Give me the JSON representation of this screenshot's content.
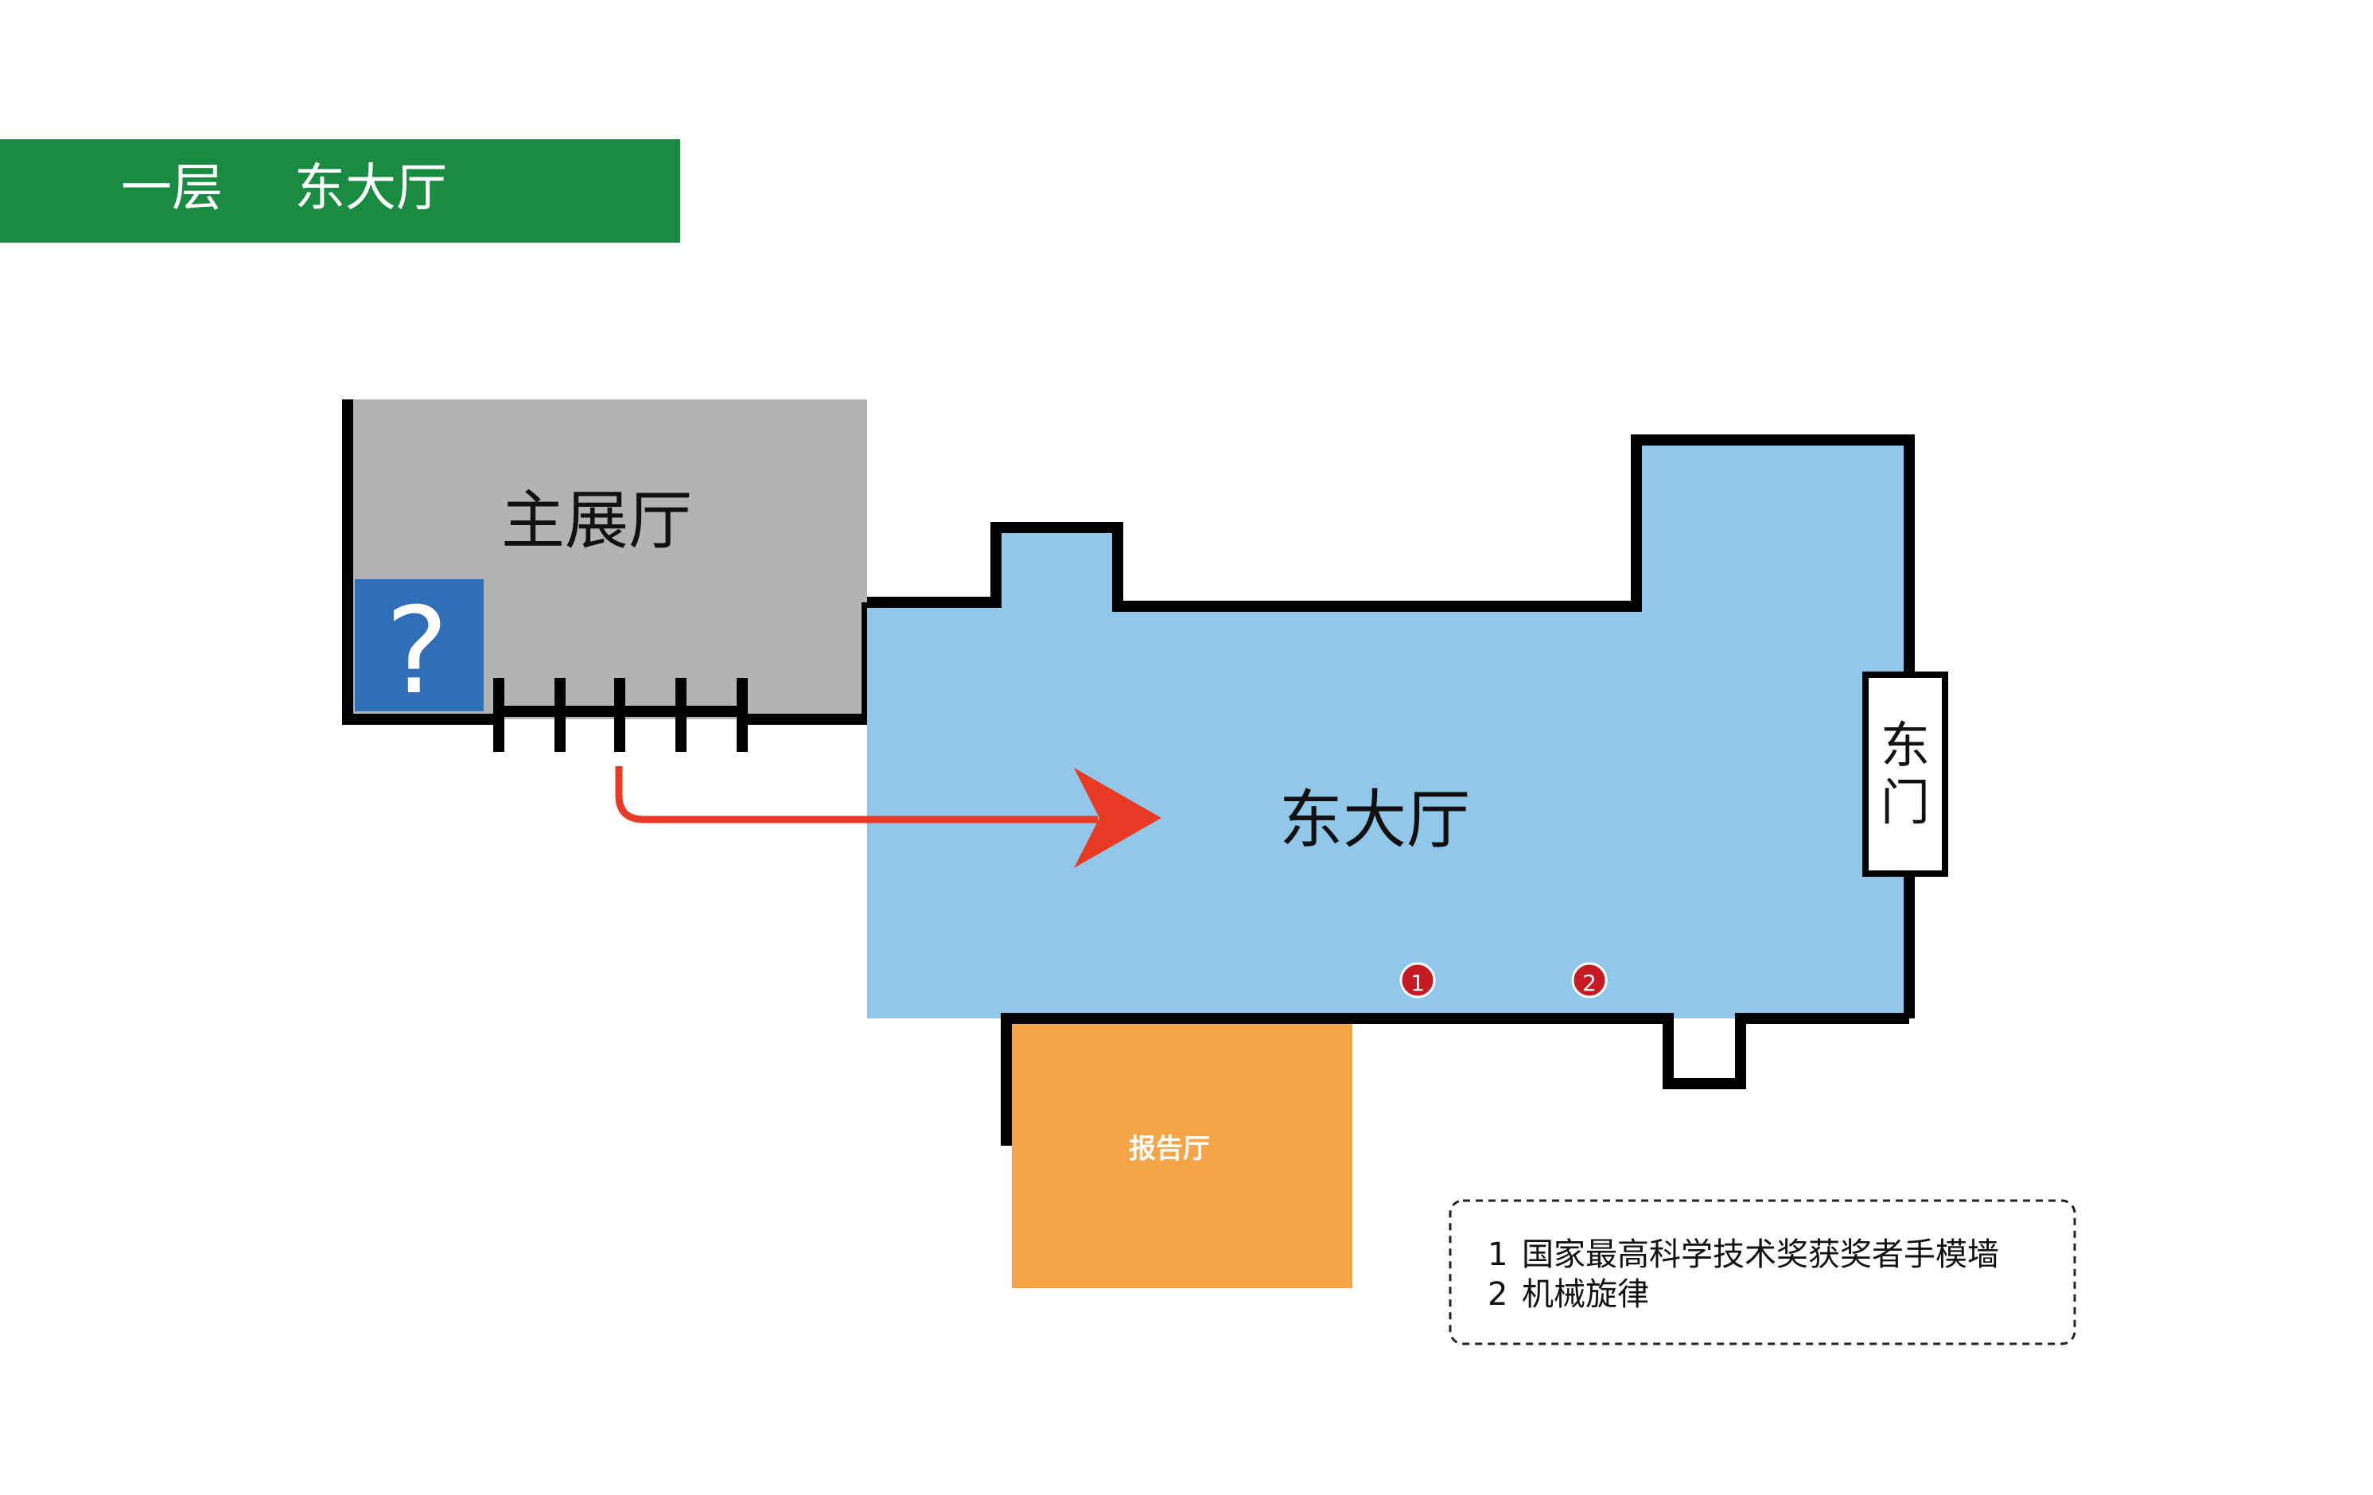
{
  "header": {
    "floor_label": "一层",
    "area_label": "东大厅",
    "color": "#1a8c41"
  },
  "rooms": {
    "main_hall": {
      "label": "主展厅",
      "color": "#b3b3b3"
    },
    "east_hall": {
      "label": "东大厅",
      "color": "#91c8ea"
    },
    "lecture_hall": {
      "label": "报告厅",
      "color": "#f3a548"
    },
    "east_gate": {
      "label_line1": "东",
      "label_line2": "门"
    },
    "info_box": {
      "label": "?",
      "color": "#2f6fb8"
    }
  },
  "markers": [
    {
      "number": "1",
      "color": "#c61a24"
    },
    {
      "number": "2",
      "color": "#c61a24"
    }
  ],
  "route_arrow": {
    "color": "#e83a25"
  },
  "legend": {
    "items": [
      {
        "number": "1",
        "text": "国家最高科学技术奖获奖者手模墙"
      },
      {
        "number": "2",
        "text": "机械旋律"
      }
    ]
  }
}
